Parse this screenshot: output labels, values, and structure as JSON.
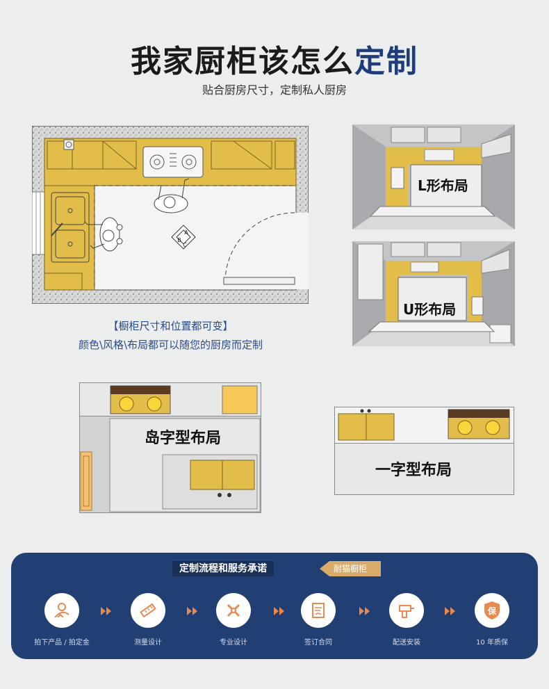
{
  "header": {
    "title_main": "我家厨柜该怎么",
    "title_accent": "定制",
    "subtitle": "贴合厨房尺寸，定制私人厨房"
  },
  "floorplan": {
    "caption_line1": "【橱柜尺寸和位置都可变】",
    "caption_line2": "颜色\\风格\\布局都可以随您的厨房而定制",
    "tile_letters": [
      "A",
      "B",
      "C"
    ]
  },
  "layouts": {
    "l_shape": "L形布局",
    "u_shape": "U形布局",
    "island": "岛字型布局",
    "linear": "一字型布局"
  },
  "service": {
    "title": "定制流程和服务承诺",
    "brand": "耐猫橱柜",
    "steps": [
      {
        "label": "拍下产品 / 拍定金",
        "icon": "person-check-icon"
      },
      {
        "label": "测量设计",
        "icon": "ruler-icon"
      },
      {
        "label": "专业设计",
        "icon": "pencil-ruler-icon"
      },
      {
        "label": "签订合同",
        "icon": "contract-icon"
      },
      {
        "label": "配送安装",
        "icon": "drill-icon"
      },
      {
        "label": "10 年质保",
        "icon": "shield-icon",
        "icon_text": "保"
      }
    ]
  },
  "colors": {
    "cabinet": "#e3bd4a",
    "navy": "#213f72",
    "accent_orange": "#e8894f",
    "brand_gold": "#d8ab6a"
  }
}
